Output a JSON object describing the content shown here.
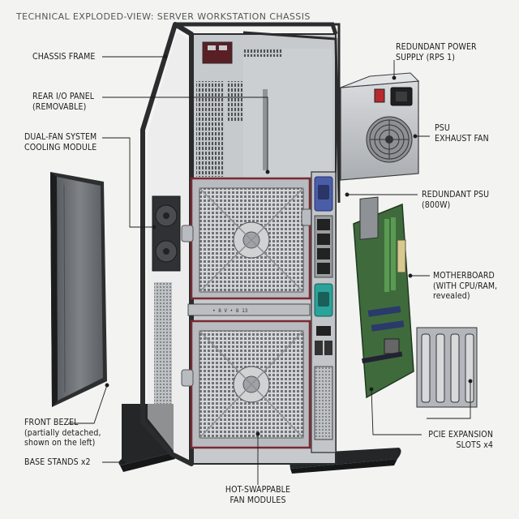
{
  "title": "TECHNICAL EXPLODED-VIEW: SERVER WORKSTATION CHASSIS",
  "labels": {
    "chassis_frame": "CHASSIS FRAME",
    "rear_io_panel": "REAR I/O PANEL\n(REMOVABLE)",
    "dual_fan": "DUAL-FAN SYSTEM\nCOOLING MODULE",
    "front_bezel": "FRONT BEZEL\n(partially detached,\nshown on the left)",
    "base_stands": "BASE STANDS x2",
    "hot_swap_fans": "HOT-SWAPPABLE\nFAN MODULES",
    "redundant_power_supply": "REDUNDANT POWER\nSUPPLY (RPS 1)",
    "psu_exhaust_fan": "PSU\nEXHAUST FAN",
    "redundant_psu": "REDUNDANT PSU\n(800W)",
    "motherboard": "MOTHERBOARD\n(WITH CPU/RAM,\nrevealed)",
    "pcie_slots": "PCIE EXPANSION\nSLOTS x4"
  },
  "colors": {
    "frame": "#2b2c2e",
    "metal": "#c9cccf",
    "accent_red": "#7a2a32",
    "pcb": "#3f6b3c",
    "vga_blue": "#4a5ea8",
    "serial_teal": "#2aa39a"
  }
}
